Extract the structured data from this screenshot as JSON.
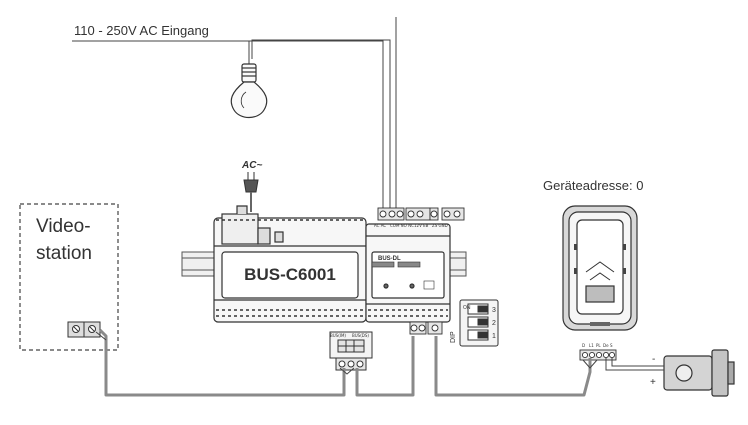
{
  "mains_label": "110 - 250V AC Eingang",
  "ac_label": "AC~",
  "station": {
    "line1": "Video-",
    "line2": "station"
  },
  "controller": {
    "label": "BUS-C6001"
  },
  "bus_dl": {
    "label": "BUS-DL"
  },
  "terminal_labels": {
    "group1": "AC AC",
    "group2": "COM NO NC",
    "group3": "12V EB",
    "group4": "ZS GND"
  },
  "bus_labels": {
    "a": "BUS(IM)",
    "b": "BUS(DS)"
  },
  "dip": {
    "label": "DIP",
    "on": "ON",
    "switches": [
      "3",
      "2",
      "1"
    ]
  },
  "panel_address_label": "Geräteadresse: 0",
  "panel_terminal_labels": [
    "D",
    "L1",
    "PL",
    "De",
    "S"
  ],
  "lock": {
    "minus": "-",
    "plus": "+"
  },
  "colors": {
    "cable": "#8a8a8a",
    "wire": "#444444",
    "stroke": "#333333",
    "fill_light": "#f4f4f4",
    "fill_grey": "#d9d9d9"
  }
}
